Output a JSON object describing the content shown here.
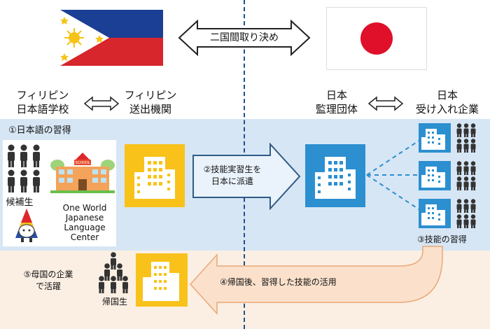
{
  "top": {
    "agreement": "二国間取り決め"
  },
  "headers": {
    "ph_school": [
      "フィリピン",
      "日本語学校"
    ],
    "ph_agency": [
      "フィリピン",
      "送出機関"
    ],
    "jp_supervisor": [
      "日本",
      "監理団体"
    ],
    "jp_company": [
      "日本",
      "受け入れ企業"
    ]
  },
  "steps": {
    "s1": "①日本語の習得",
    "s2": [
      "②技能実習生を",
      "日本に派遣"
    ],
    "s3": "③技能の習得",
    "s4": "④帰国後、習得した技能の活用",
    "s5": [
      "⑤母国の企業",
      "で活躍"
    ]
  },
  "labels": {
    "candidates": "候補生",
    "school_sign": "SCHOOL",
    "school_name": [
      "One World",
      "Japanese",
      "Language",
      "Center"
    ],
    "returnees": "帰国生"
  },
  "colors": {
    "blue_band": "#d7e6f4",
    "peach_band": "#fbefe3",
    "yellow_box": "#f8c21a",
    "blue_box": "#2c8fd0",
    "divider": "#1f4e8c"
  }
}
